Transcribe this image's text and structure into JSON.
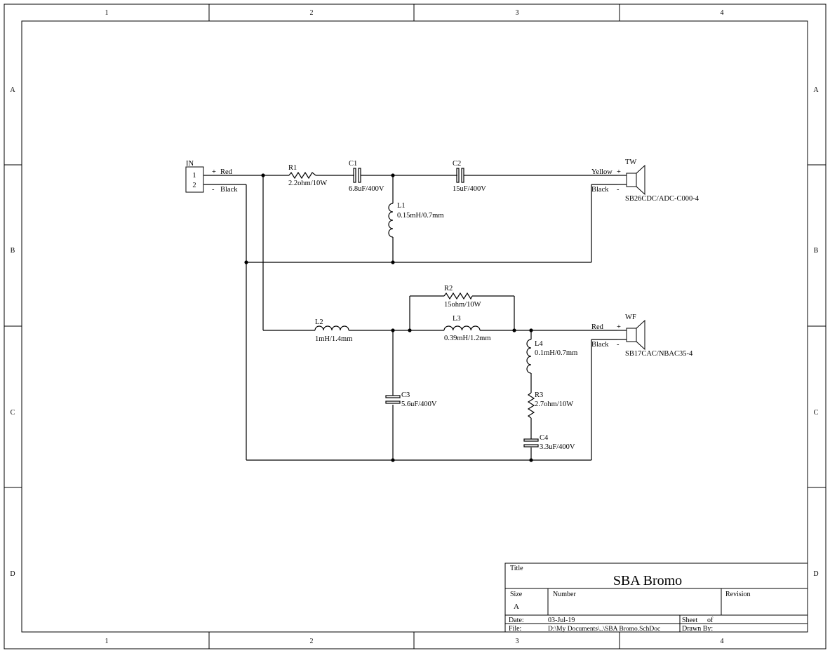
{
  "border": {
    "cols": [
      "1",
      "2",
      "3",
      "4"
    ],
    "rows": [
      "A",
      "B",
      "C",
      "D"
    ]
  },
  "connector_in": {
    "ref": "IN",
    "pins": [
      "1",
      "2"
    ],
    "plus": "+",
    "minus": "-",
    "plus_color": "Red",
    "minus_color": "Black"
  },
  "tweeter": {
    "ref": "TW",
    "part": "SB26CDC/ADC-C000-4",
    "plus_color": "Yellow",
    "minus_color": "Black",
    "plus": "+",
    "minus": "-"
  },
  "woofer": {
    "ref": "WF",
    "part": "SB17CAC/NBAC35-4",
    "plus_color": "Red",
    "minus_color": "Black",
    "plus": "+",
    "minus": "-"
  },
  "components": {
    "R1": {
      "ref": "R1",
      "value": "2.2ohm/10W"
    },
    "C1": {
      "ref": "C1",
      "value": "6.8uF/400V"
    },
    "C2": {
      "ref": "C2",
      "value": "15uF/400V"
    },
    "L1": {
      "ref": "L1",
      "value": "0.15mH/0.7mm"
    },
    "R2": {
      "ref": "R2",
      "value": "15ohm/10W"
    },
    "L2": {
      "ref": "L2",
      "value": "1mH/1.4mm"
    },
    "L3": {
      "ref": "L3",
      "value": "0.39mH/1.2mm"
    },
    "L4": {
      "ref": "L4",
      "value": "0.1mH/0.7mm"
    },
    "C3": {
      "ref": "C3",
      "value": "5.6uF/400V"
    },
    "R3": {
      "ref": "R3",
      "value": "2.7ohm/10W"
    },
    "C4": {
      "ref": "C4",
      "value": "3.3uF/400V"
    }
  },
  "title_block": {
    "title_label": "Title",
    "title": "SBA Bromo",
    "size_label": "Size",
    "size": "A",
    "number_label": "Number",
    "revision_label": "Revision",
    "date_label": "Date:",
    "date": "03-Jul-19",
    "sheet_label": "Sheet",
    "of_label": "of",
    "file_label": "File:",
    "file": "D:\\My Documents\\..\\SBA Bromo.SchDoc",
    "drawn_by_label": "Drawn By:"
  }
}
